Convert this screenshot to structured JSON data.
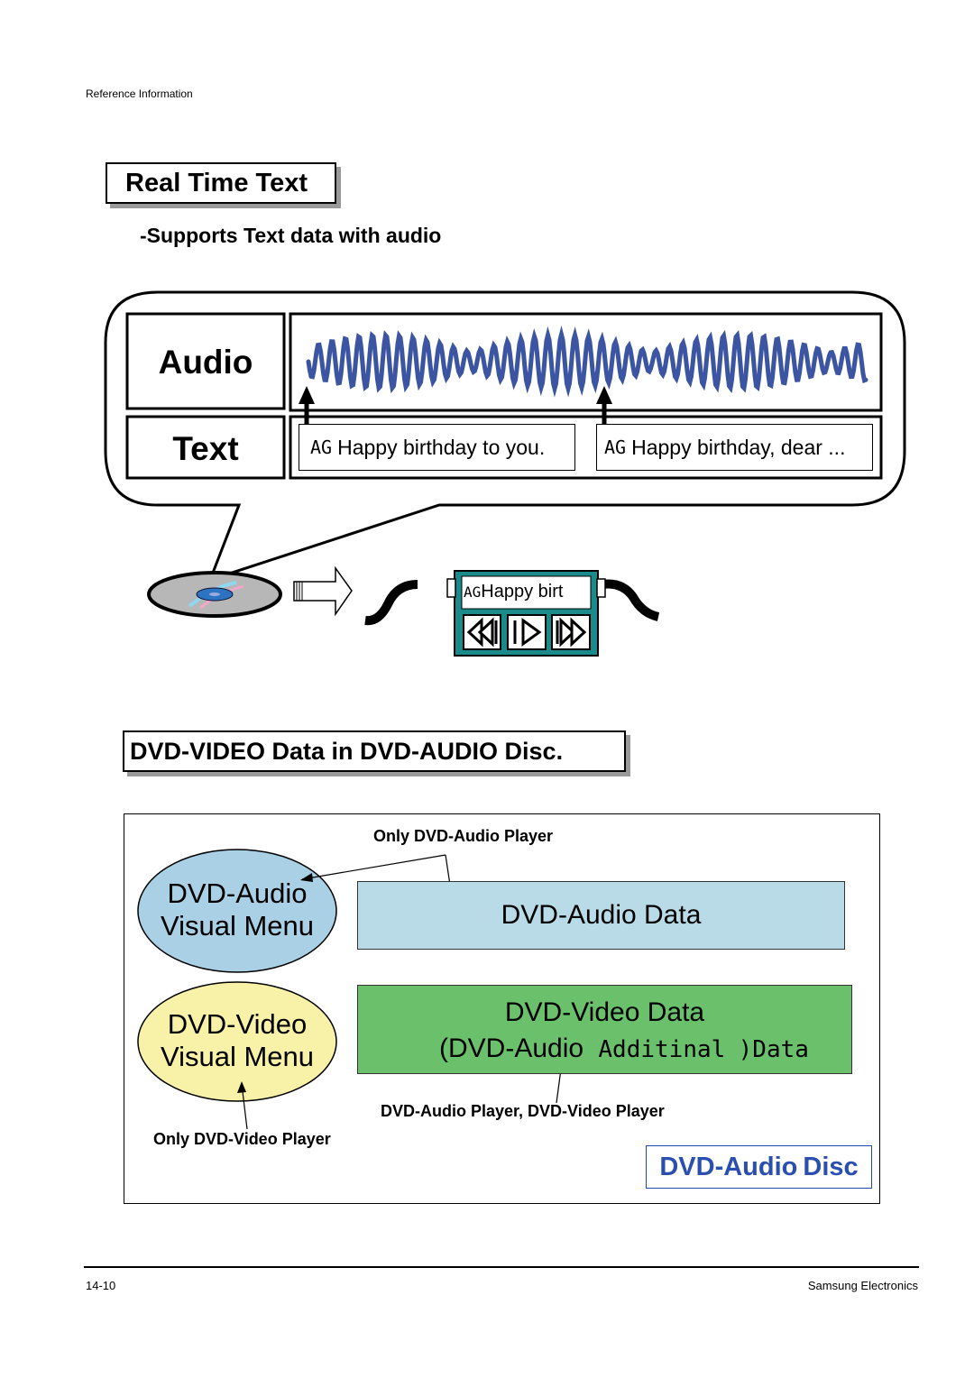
{
  "header": {
    "section": "Reference Information"
  },
  "real_time_text": {
    "title": "Real Time Text",
    "subtitle": "-Supports Text data with audio",
    "audio_label": "Audio",
    "text_label": "Text",
    "lyric_1": {
      "prefix": "AG",
      "text": "Happy birthday to you."
    },
    "lyric_2": {
      "prefix": "AG",
      "text": "Happy birthday, dear ..."
    },
    "player_display": {
      "prefix": "AG",
      "text": "Happy birt"
    }
  },
  "dvd_video_section": {
    "title": "DVD-VIDEO Data in DVD-AUDIO Disc.",
    "only_audio_player": "Only DVD-Audio Player",
    "audio_menu": {
      "line1": "DVD-Audio",
      "line2": "Visual Menu"
    },
    "audio_data": "DVD-Audio Data",
    "video_menu": {
      "line1": "DVD-Video",
      "line2": "Visual Menu"
    },
    "video_data": {
      "line1": "DVD-Video Data",
      "line2_a": "(DVD-Audio",
      "line2_b": "Additinal",
      "line2_c": ")Data"
    },
    "both_players": "DVD-Audio Player, DVD-Video Player",
    "only_video_player": "Only DVD-Video Player",
    "disc_label": {
      "part1": "DVD-Audio",
      "part2": "Disc"
    }
  },
  "footer": {
    "page": "14-10",
    "company": "Samsung Electronics"
  },
  "colors": {
    "wave": "#3b55a3",
    "audio_menu_fill": "#a9d0e4",
    "video_menu_fill": "#f8f1a8",
    "audio_data_fill": "#b9dbe7",
    "video_data_fill": "#6bc16b",
    "player_fill": "#1a8a8a",
    "disc_label": "#2a4fb0"
  }
}
